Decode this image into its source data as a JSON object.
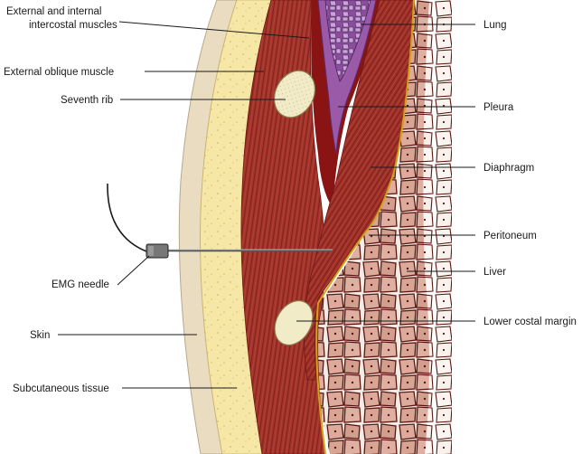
{
  "labels": {
    "intercostal_line1": "External and internal",
    "intercostal_line2": "intercostal muscles",
    "external_oblique": "External oblique muscle",
    "seventh_rib": "Seventh rib",
    "emg_needle": "EMG needle",
    "skin": "Skin",
    "subcutaneous": "Subcutaneous tissue",
    "lung": "Lung",
    "pleura": "Pleura",
    "diaphragm": "Diaphragm",
    "peritoneum": "Peritoneum",
    "liver": "Liver",
    "lower_costal_margin": "Lower costal margin"
  },
  "colors": {
    "skin": "#e9dcc0",
    "subcutaneous": "#f6e7a6",
    "muscle": "#a3342b",
    "muscle_dark": "#6e1612",
    "pleura_space": "#8a1414",
    "lung": "#8a4f9c",
    "liver_cell": "#d8a697",
    "liver_border": "#5a1610",
    "peritoneum": "#d4a017",
    "rib": "#f2ebc8"
  }
}
